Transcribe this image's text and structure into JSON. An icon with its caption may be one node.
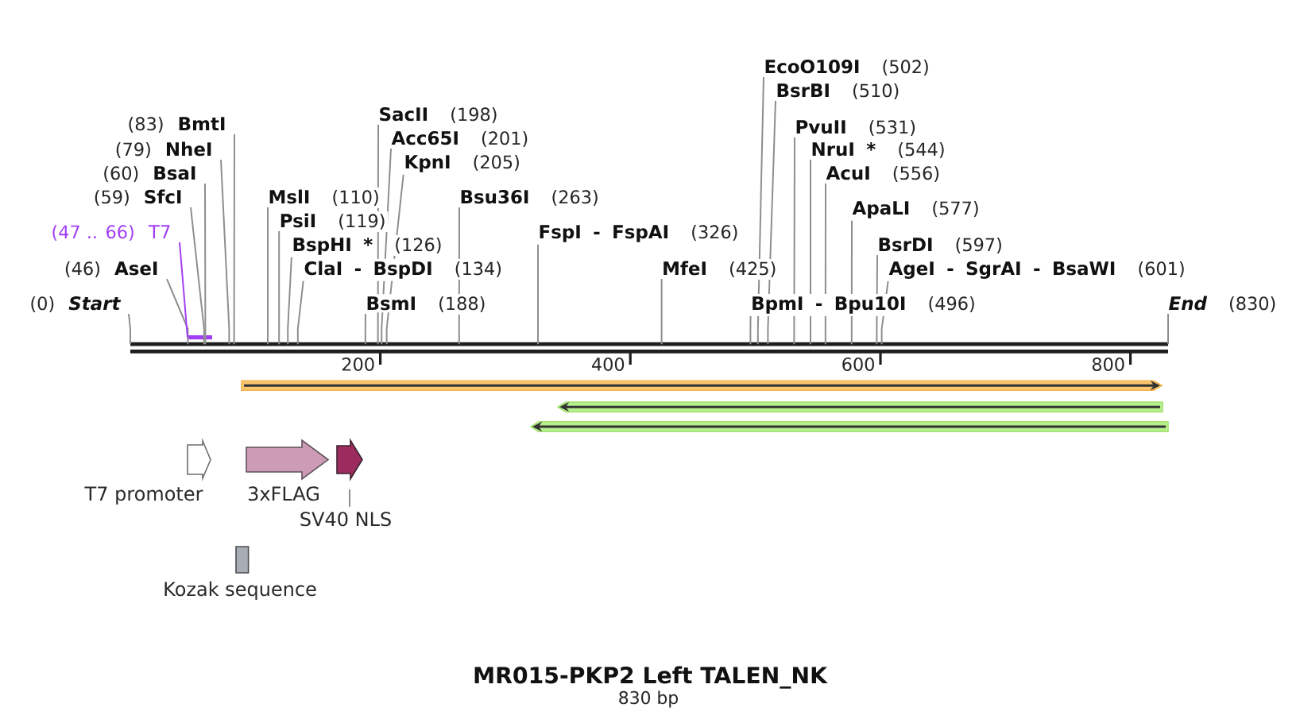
{
  "diagram": {
    "title": "MR015-PKP2 Left TALEN_NK",
    "caption": "830 bp",
    "nodes": [
      {
        "text": [
          "Start"
        ],
        "beside": [
          "(0)"
        ]
      },
      {
        "text": [
          "AseI"
        ],
        "beside": [
          "(46)"
        ]
      },
      {
        "text": [
          "T7"
        ],
        "beside": [
          "(47 .. 66)"
        ]
      },
      {
        "text": [
          "SfcI"
        ],
        "beside": [
          "(59)"
        ]
      },
      {
        "text": [
          "BsaI"
        ],
        "beside": [
          "(60)"
        ]
      },
      {
        "text": [
          "NheI"
        ],
        "beside": [
          "(79)"
        ]
      },
      {
        "text": [
          "BmtI"
        ],
        "beside": [
          "(83)"
        ]
      },
      {
        "text": [
          "MslI"
        ],
        "beside": [
          "(110)"
        ]
      },
      {
        "text": [
          "PsiI"
        ],
        "beside": [
          "(119)"
        ]
      },
      {
        "text": [
          "BspHI *"
        ],
        "beside": [
          "(126)"
        ]
      },
      {
        "text": [
          "ClaI - BspDI"
        ],
        "beside": [
          "(134)"
        ]
      },
      {
        "text": [
          "BsmI"
        ],
        "beside": [
          "(188)"
        ]
      },
      {
        "text": [
          "SacII"
        ],
        "beside": [
          "(198)"
        ]
      },
      {
        "text": [
          "Acc65I"
        ],
        "beside": [
          "(201)"
        ]
      },
      {
        "text": [
          "KpnI"
        ],
        "beside": [
          "(205)"
        ]
      },
      {
        "text": [
          "Bsu36I"
        ],
        "beside": [
          "(263)"
        ]
      },
      {
        "text": [
          "FspI - FspAI"
        ],
        "beside": [
          "(326)"
        ]
      },
      {
        "text": [
          "MfeI"
        ],
        "beside": [
          "(425)"
        ]
      },
      {
        "text": [
          "BpmI - Bpu10I"
        ],
        "beside": [
          "(496)"
        ]
      },
      {
        "text": [
          "EcoO109I"
        ],
        "beside": [
          "(502)"
        ]
      },
      {
        "text": [
          "BsrBI"
        ],
        "beside": [
          "(510)"
        ]
      },
      {
        "text": [
          "PvuII"
        ],
        "beside": [
          "(531)"
        ]
      },
      {
        "text": [
          "NruI *"
        ],
        "beside": [
          "(544)"
        ]
      },
      {
        "text": [
          "AcuI"
        ],
        "beside": [
          "(556)"
        ]
      },
      {
        "text": [
          "ApaLI"
        ],
        "beside": [
          "(577)"
        ]
      },
      {
        "text": [
          "BsrDI"
        ],
        "beside": [
          "(597)"
        ]
      },
      {
        "text": [
          "AgeI - SgrAI - BsaWI"
        ],
        "beside": [
          "(601)"
        ]
      },
      {
        "text": [
          "End"
        ],
        "beside": [
          "(830)"
        ]
      },
      {
        "text": [],
        "shape": "line"
      },
      {
        "text": [],
        "shape": "bar"
      },
      {
        "text": [],
        "shape": "arrow"
      },
      {
        "text": [],
        "shape": "arrow"
      },
      {
        "text": [],
        "shape": "arrow"
      },
      {
        "text": [
          "T7 promoter"
        ]
      },
      {
        "text": [
          "3xFLAG"
        ]
      },
      {
        "text": [],
        "shape": "arrow"
      },
      {
        "text": [
          "SV40 NLS"
        ]
      },
      {
        "text": [
          "Kozak sequence"
        ]
      }
    ],
    "edges": [
      {
        "from": 0,
        "to": 28,
        "arrow": "none"
      },
      {
        "from": 1,
        "to": 28,
        "arrow": "none"
      },
      {
        "from": 2,
        "to": 29,
        "arrow": "none",
        "color": "#a23ff5"
      },
      {
        "from": 3,
        "to": 28,
        "arrow": "none"
      },
      {
        "from": 4,
        "to": 28,
        "arrow": "none"
      },
      {
        "from": 5,
        "to": 28,
        "arrow": "none"
      },
      {
        "from": 6,
        "to": 28,
        "arrow": "none"
      },
      {
        "from": 7,
        "to": 28,
        "arrow": "none"
      },
      {
        "from": 8,
        "to": 28,
        "arrow": "none"
      },
      {
        "from": 9,
        "to": 28,
        "arrow": "none"
      },
      {
        "from": 10,
        "to": 28,
        "arrow": "none"
      },
      {
        "from": 11,
        "to": 28,
        "arrow": "none"
      },
      {
        "from": 12,
        "to": 28,
        "arrow": "none"
      },
      {
        "from": 13,
        "to": 28,
        "arrow": "none"
      },
      {
        "from": 14,
        "to": 28,
        "arrow": "none"
      },
      {
        "from": 15,
        "to": 28,
        "arrow": "none"
      },
      {
        "from": 16,
        "to": 28,
        "arrow": "none"
      },
      {
        "from": 17,
        "to": 28,
        "arrow": "none"
      },
      {
        "from": 18,
        "to": 28,
        "arrow": "none"
      },
      {
        "from": 19,
        "to": 28,
        "arrow": "none"
      },
      {
        "from": 20,
        "to": 28,
        "arrow": "none"
      },
      {
        "from": 21,
        "to": 28,
        "arrow": "none"
      },
      {
        "from": 22,
        "to": 28,
        "arrow": "none"
      },
      {
        "from": 23,
        "to": 28,
        "arrow": "none"
      },
      {
        "from": 24,
        "to": 28,
        "arrow": "none"
      },
      {
        "from": 25,
        "to": 28,
        "arrow": "none"
      },
      {
        "from": 26,
        "to": 28,
        "arrow": "none"
      },
      {
        "from": 27,
        "to": 28,
        "arrow": "none"
      },
      {
        "from": 36,
        "to": 35,
        "arrow": "none"
      }
    ],
    "labels": [
      "200",
      "400",
      "600",
      "800"
    ]
  }
}
